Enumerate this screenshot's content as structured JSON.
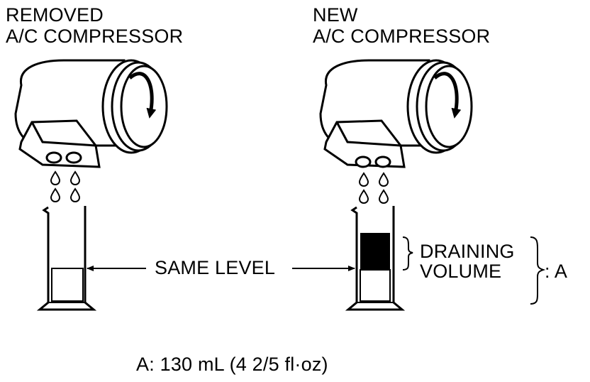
{
  "left_compressor": {
    "title_line1": "REMOVED",
    "title_line2": "A/C COMPRESSOR"
  },
  "right_compressor": {
    "title_line1": "NEW",
    "title_line2": "A/C COMPRESSOR"
  },
  "same_level_label": "SAME LEVEL",
  "draining_label_line1": "DRAINING",
  "draining_label_line2": "VOLUME",
  "volume_marker": ": A",
  "footnote": "A: 130 mL (4 2/5 fl·oz)",
  "colors": {
    "ink": "#000000",
    "paper": "#ffffff"
  }
}
